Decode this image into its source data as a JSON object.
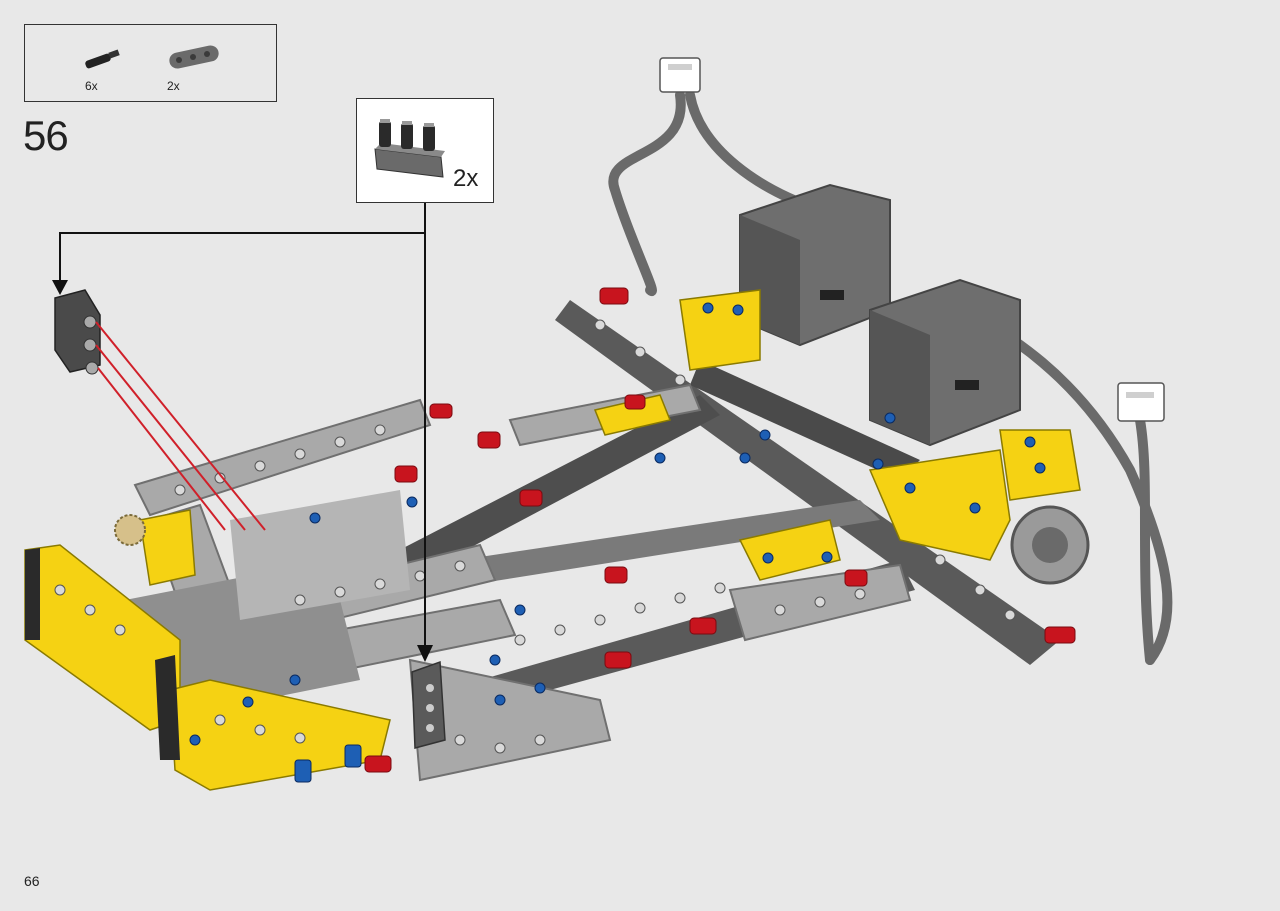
{
  "parts_list": {
    "items": [
      {
        "name": "black-friction-pin-with-axle",
        "count": "6x"
      },
      {
        "name": "dark-gray-3-hole-beam",
        "count": "2x"
      }
    ]
  },
  "step": {
    "number": "56"
  },
  "sub_assembly_callout": {
    "count": "2x",
    "part": "dark-gray-beam-with-3-pins"
  },
  "page": {
    "number": "66"
  },
  "colors": {
    "background": "#e8e8e8",
    "yellow": "#f5d213",
    "light_gray": "#a9a9a9",
    "dark_gray": "#5a5a5a",
    "red": "#c8141e",
    "blue": "#1e5fb4"
  }
}
